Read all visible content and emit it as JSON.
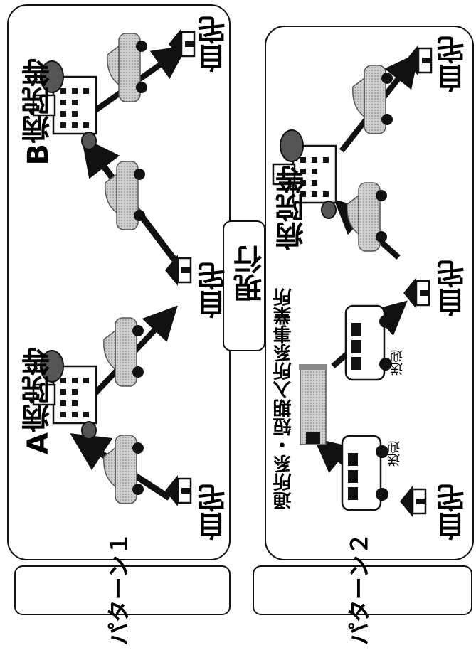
{
  "current_label": "現行",
  "pattern1": {
    "label": "パターン１",
    "hospital_a": "A病院等",
    "hospital_b": "B病院等",
    "home": "自宅"
  },
  "pattern2": {
    "label": "パターン２",
    "facility": "通所系・短期入所系事業所",
    "hospital": "病院等",
    "home": "自宅",
    "pickup": "送迎"
  },
  "colors": {
    "line": "#111111",
    "gray": "#9a9a9a",
    "light": "#d8d8d8"
  }
}
